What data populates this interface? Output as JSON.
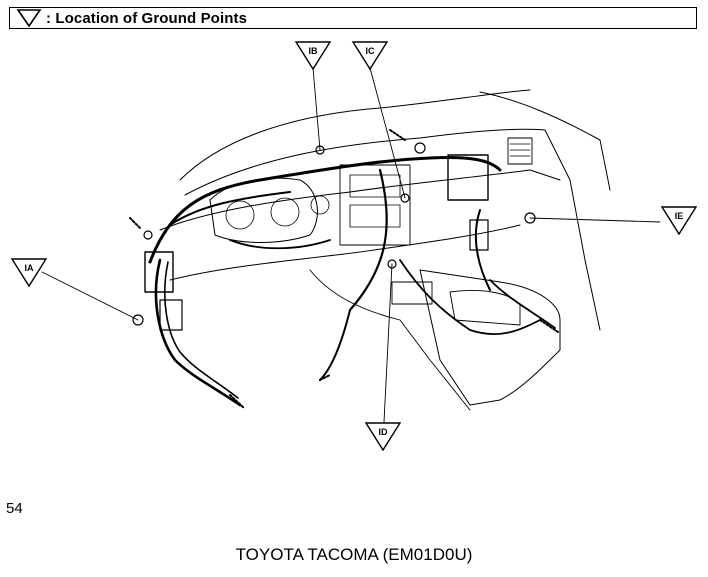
{
  "header": {
    "symbol": "ground-triangle-icon",
    "title": ": Location of Ground Points"
  },
  "ground_points": [
    {
      "id": "IA",
      "label": "IA"
    },
    {
      "id": "IB",
      "label": "IB"
    },
    {
      "id": "IC",
      "label": "IC"
    },
    {
      "id": "ID",
      "label": "ID"
    },
    {
      "id": "IE",
      "label": "IE"
    }
  ],
  "page_number": "54",
  "footer": "TOYOTA TACOMA (EM01D0U)"
}
